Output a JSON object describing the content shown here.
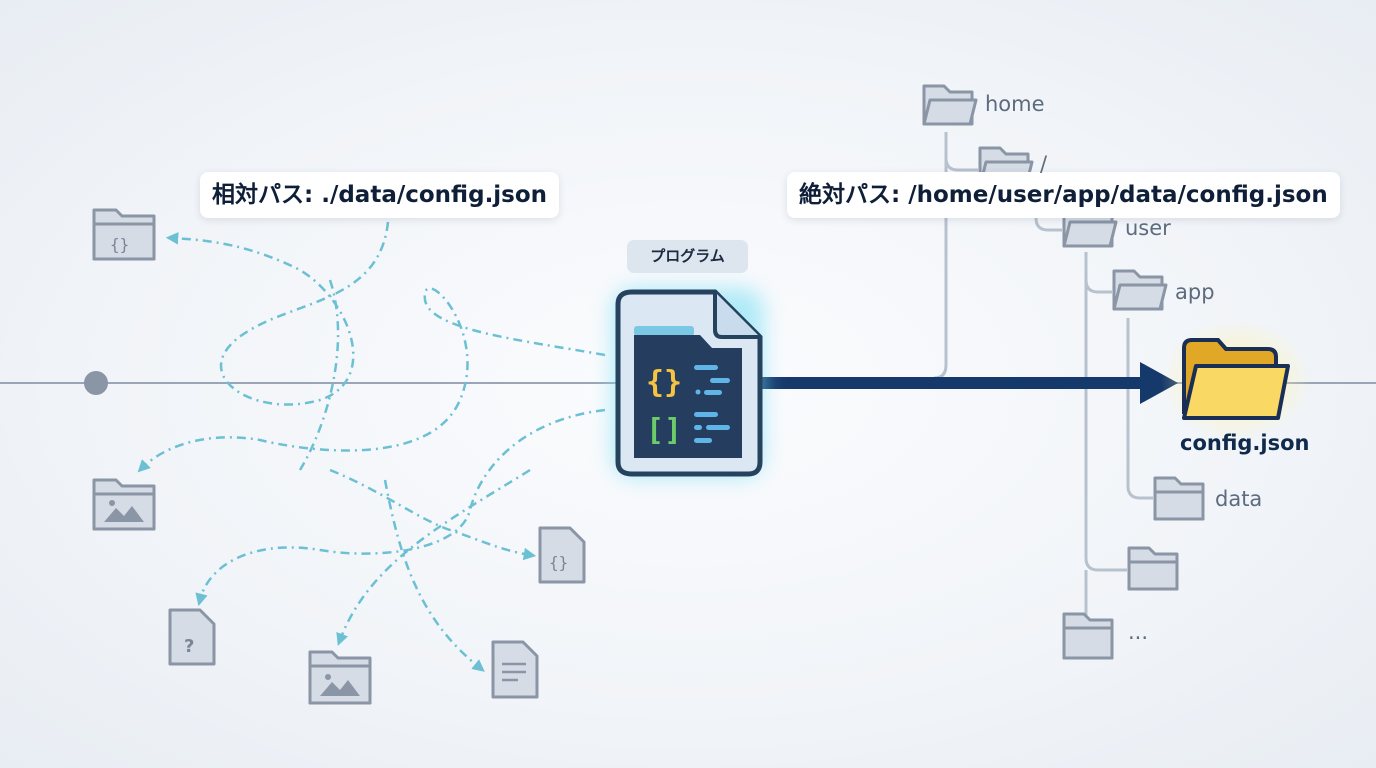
{
  "labels": {
    "relative_path": "相対パス: ./data/config.json",
    "absolute_path": "絶対パス: /home/user/app/data/config.json",
    "program": "プログラム",
    "target_file": "config.json"
  },
  "tree": {
    "home": "home",
    "root": "/",
    "user": "user",
    "app": "app",
    "data": "data",
    "more": "..."
  },
  "colors": {
    "arrow": "#16396b",
    "dash": "#6cc0d4",
    "target_folder": "#f7d25a",
    "icon_gray": "#8a95a5"
  }
}
